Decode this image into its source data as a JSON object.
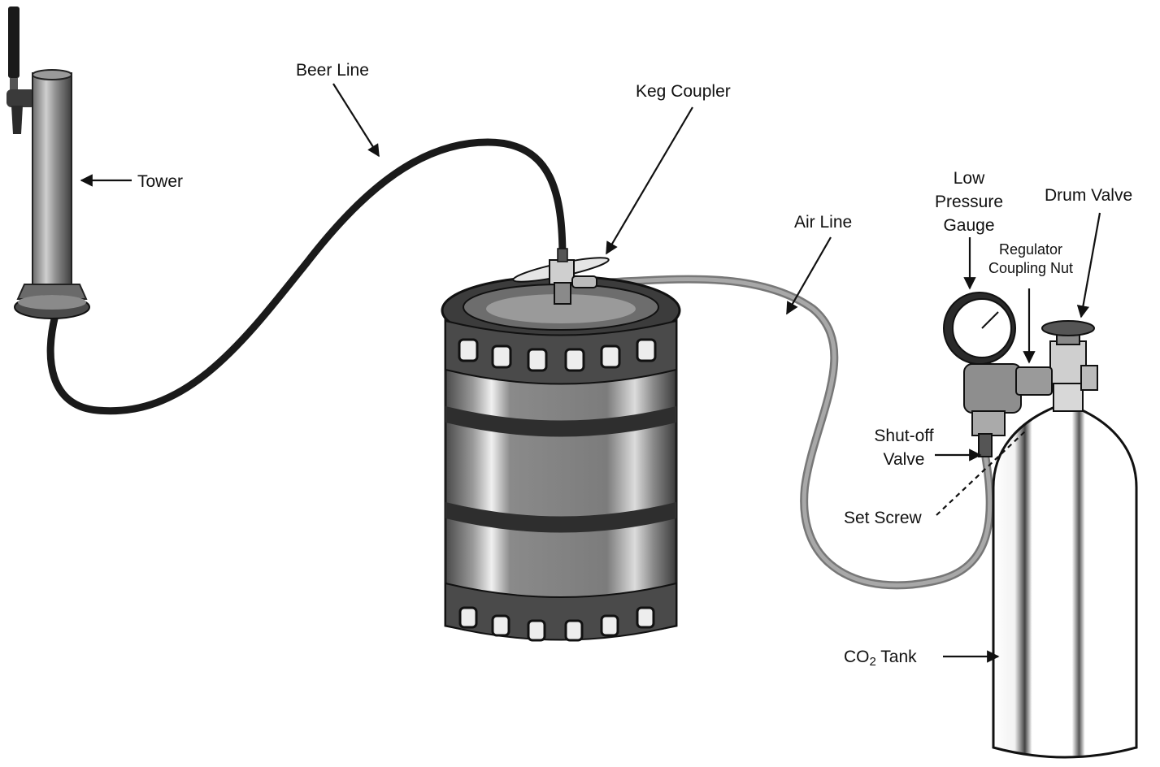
{
  "labels": {
    "tower": "Tower",
    "beer_line": "Beer Line",
    "keg_coupler": "Keg Coupler",
    "air_line": "Air Line",
    "low_pressure_gauge": [
      "Low",
      "Pressure",
      "Gauge"
    ],
    "drum_valve": "Drum Valve",
    "regulator_coupling_nut": [
      "Regulator",
      "Coupling Nut"
    ],
    "shut_off_valve": [
      "Shut-off",
      "Valve"
    ],
    "set_screw": "Set Screw",
    "co2_tank": {
      "prefix": "CO",
      "subscript": "2",
      "suffix": " Tank"
    }
  },
  "colors": {
    "ink": "#111111",
    "hose_dark": "#1a1a1a",
    "hose_light": "#8c8c8c",
    "metal_mid": "#7a7a7a",
    "metal_light": "#b8b8b8",
    "keg_body": "#8a8a8a",
    "keg_band": "#3a3a3a"
  }
}
